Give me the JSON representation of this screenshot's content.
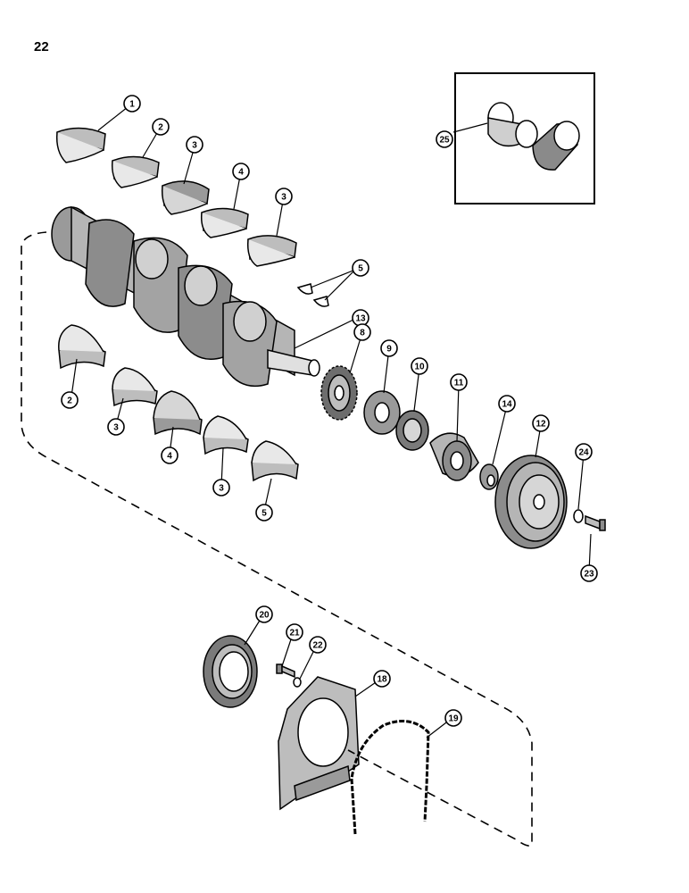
{
  "page_number": "22",
  "callouts": [
    {
      "label": "1"
    },
    {
      "label": "2"
    },
    {
      "label": "3"
    },
    {
      "label": "4"
    },
    {
      "label": "3"
    },
    {
      "label": "5"
    },
    {
      "label": "13"
    },
    {
      "label": "8"
    },
    {
      "label": "9"
    },
    {
      "label": "10"
    },
    {
      "label": "11"
    },
    {
      "label": "14"
    },
    {
      "label": "12"
    },
    {
      "label": "24"
    },
    {
      "label": "23"
    },
    {
      "label": "2"
    },
    {
      "label": "3"
    },
    {
      "label": "4"
    },
    {
      "label": "3"
    },
    {
      "label": "5"
    },
    {
      "label": "25"
    },
    {
      "label": "20"
    },
    {
      "label": "21"
    },
    {
      "label": "22"
    },
    {
      "label": "18"
    },
    {
      "label": "19"
    }
  ]
}
